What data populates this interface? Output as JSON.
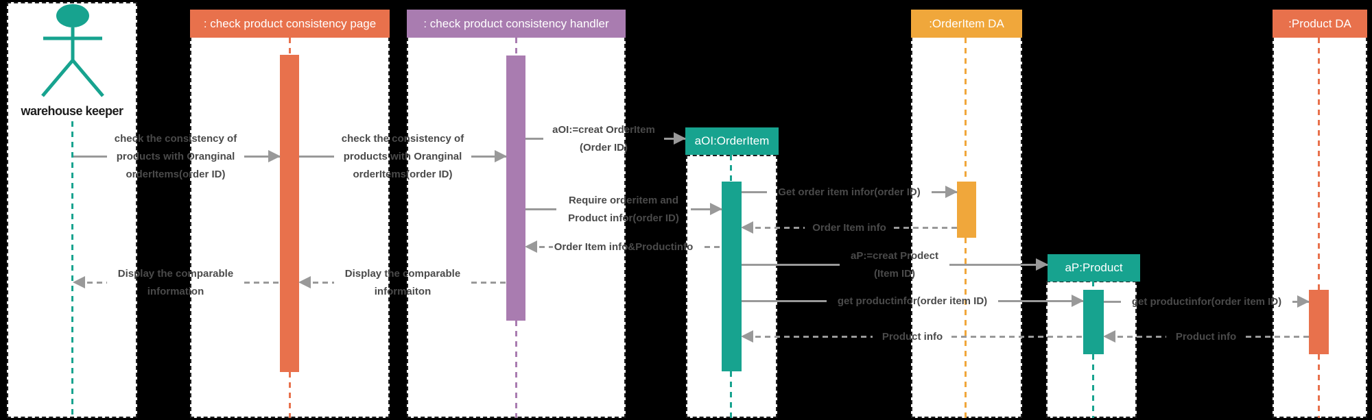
{
  "diagram": {
    "type": "uml-sequence-diagram",
    "participants": {
      "actor": {
        "label": "warehouse keeper",
        "kind": "actor"
      },
      "page": {
        "label": ": check product consistency page",
        "kind": "boundary"
      },
      "handler": {
        "label": ": check product consistency handler",
        "kind": "control"
      },
      "order_item": {
        "label": "aOI:OrderItem",
        "kind": "object-created"
      },
      "order_item_da": {
        "label": ":OrderItem DA",
        "kind": "data-access"
      },
      "product": {
        "label": "aP:Product",
        "kind": "object-created"
      },
      "product_da": {
        "label": ":Product DA",
        "kind": "data-access"
      }
    },
    "messages": {
      "m1": {
        "from": "actor",
        "to": "page",
        "style": "solid",
        "lines": [
          "check the consistency of",
          "products with Oranginal",
          "orderItems(order ID)"
        ]
      },
      "m2": {
        "from": "page",
        "to": "handler",
        "style": "solid",
        "lines": [
          "check the consistency of",
          "products with Oranginal",
          "orderItems(order ID)"
        ]
      },
      "m3": {
        "from": "handler",
        "to": "order_item",
        "style": "solid",
        "lines": [
          "aOI:=creat OrderItem",
          "(Order ID)"
        ]
      },
      "m4": {
        "from": "handler",
        "to": "order_item",
        "style": "solid",
        "lines": [
          "Require orderitem and",
          "Product infor(order ID)"
        ]
      },
      "m5": {
        "from": "order_item",
        "to": "handler",
        "style": "dashed",
        "lines": [
          "Order Item info&Productinfo"
        ]
      },
      "m6": {
        "from": "order_item",
        "to": "order_item_da",
        "style": "solid",
        "lines": [
          "Get order item infor(order ID)"
        ]
      },
      "m7": {
        "from": "order_item_da",
        "to": "order_item",
        "style": "dashed",
        "lines": [
          "Order Item info"
        ]
      },
      "m8": {
        "from": "order_item",
        "to": "product",
        "style": "solid",
        "lines": [
          "aP:=creat Prodect",
          "(Item ID)"
        ]
      },
      "m9": {
        "from": "order_item",
        "to": "product",
        "style": "solid",
        "lines": [
          "get productinfor(order item ID)"
        ]
      },
      "m10": {
        "from": "product",
        "to": "product_da",
        "style": "solid",
        "lines": [
          "get productinfor(order item ID)"
        ]
      },
      "m11": {
        "from": "product_da",
        "to": "product",
        "style": "dashed",
        "lines": [
          "Product info"
        ]
      },
      "m12": {
        "from": "product",
        "to": "order_item",
        "style": "dashed",
        "lines": [
          "Product info"
        ]
      },
      "m13": {
        "from": "page",
        "to": "actor",
        "style": "dashed",
        "lines": [
          "Display the comparable",
          "information"
        ]
      },
      "m14": {
        "from": "handler",
        "to": "page",
        "style": "dashed",
        "lines": [
          "Display the comparable",
          "informaiton"
        ]
      }
    },
    "colors": {
      "teal": "#17A38F",
      "orange": "#E8714C",
      "purple": "#A97CB0",
      "yellow": "#F0A73B",
      "arrow_gray": "#999999",
      "message_text": "#4A4A4A",
      "background": "#000000",
      "column_band": "#FFFFFF"
    }
  }
}
